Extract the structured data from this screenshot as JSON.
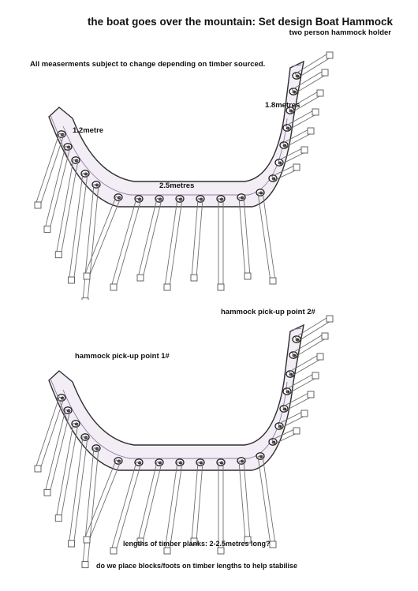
{
  "header": {
    "title": "the boat goes over the mountain: Set design Boat Hammock",
    "subtitle": "two person hammock holder"
  },
  "note": "All measerments subject to change depending on timber sourced.",
  "sketch1": {
    "dim_left": "1.2metre",
    "dim_bottom": "2.5metres",
    "dim_right": "1.8metres"
  },
  "sketch2": {
    "pickup_1": "hammock pick-up point 1#",
    "pickup_2": "hammock pick-up point 2#"
  },
  "footer": {
    "question_1": "lengths of timber planks: 2-2.5metres long?",
    "question_2": "do we place blocks/foots on timber lengths to help stabilise"
  },
  "colors": {
    "frame_fill": "#f3edf6",
    "frame_shading": "#8f7aa2",
    "pencil": "#2f2f2f"
  }
}
